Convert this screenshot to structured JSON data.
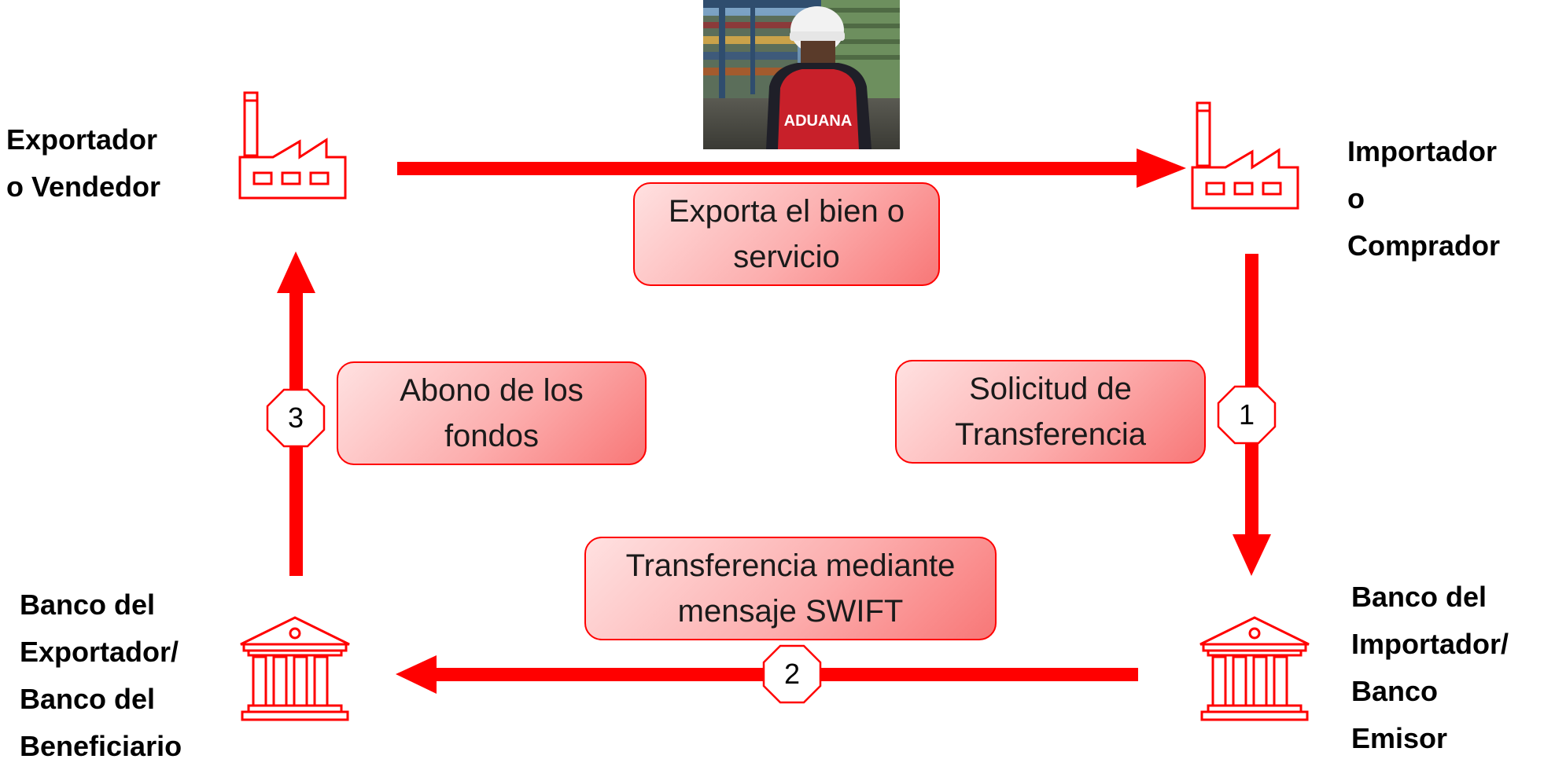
{
  "nodes": {
    "exporter": {
      "lines": [
        "Exportador",
        "o Vendedor"
      ]
    },
    "importer": {
      "lines": [
        "Importador",
        "o",
        "Comprador"
      ]
    },
    "exporter_bank": {
      "lines": [
        "Banco del",
        "Exportador/",
        "Banco del",
        "Beneficiario"
      ]
    },
    "importer_bank": {
      "lines": [
        "Banco del",
        "Importador/",
        "Banco",
        "Emisor"
      ]
    }
  },
  "callouts": {
    "export": {
      "lines": [
        "Exporta el bien o",
        "servicio"
      ]
    },
    "request": {
      "lines": [
        "Solicitud de",
        "Transferencia"
      ]
    },
    "swift": {
      "lines": [
        "Transferencia mediante",
        "mensaje SWIFT"
      ]
    },
    "credit": {
      "lines": [
        "Abono de los",
        "fondos"
      ]
    }
  },
  "steps": {
    "step1": "1",
    "step2": "2",
    "step3": "3"
  },
  "photo": {
    "vest_text": "ADUANA"
  },
  "icons": {
    "exporter": "factory-icon",
    "importer": "factory-icon",
    "exporter_bank": "bank-icon",
    "importer_bank": "bank-icon"
  },
  "colors": {
    "accent": "#ff0000",
    "callout_fill_light": "#ffe1e1",
    "callout_fill_dark": "#f87777"
  }
}
